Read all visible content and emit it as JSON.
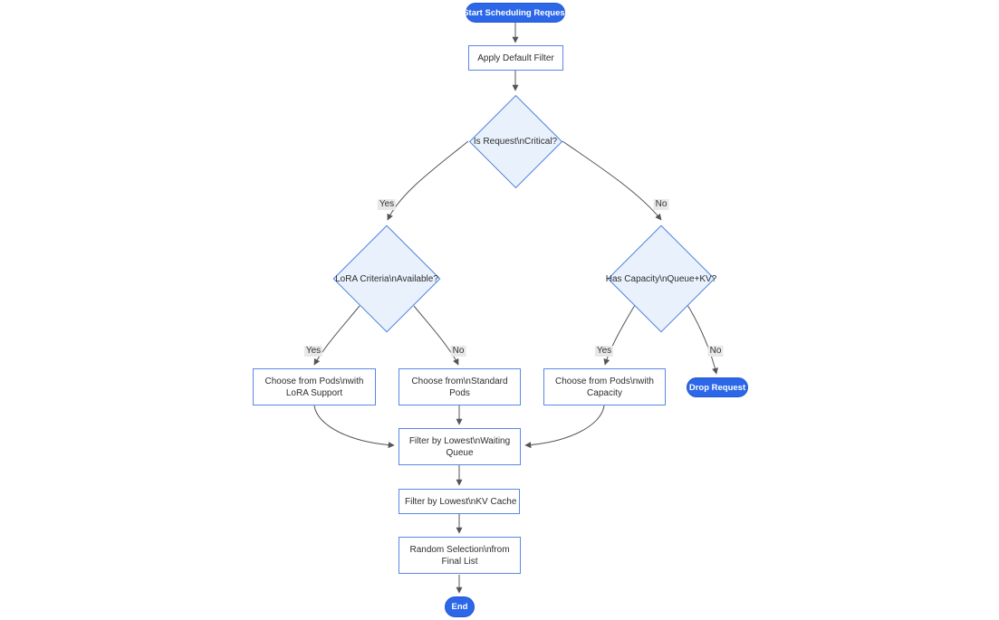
{
  "diagram": {
    "type": "flowchart",
    "direction": "top-down",
    "colors": {
      "accent_fill": "#2b67e8",
      "accent_text": "#ffffff",
      "rect_fill": "#ffffff",
      "rect_border": "#5a87e6",
      "decision_fill": "#e9f2fc",
      "decision_border": "#4c7fe0",
      "node_text": "#2d2d2d",
      "edge_stroke": "#555555",
      "edge_label_bg": "#e8e8e8"
    }
  },
  "nodes": {
    "start": {
      "type": "stadium",
      "label": "Start Scheduling Request"
    },
    "apply": {
      "type": "rect",
      "label": "Apply Default Filter"
    },
    "critical": {
      "type": "decision",
      "label": "Is Request\\nCritical?"
    },
    "lora": {
      "type": "decision",
      "label": "LoRA Criteria\\nAvailable?"
    },
    "capacity": {
      "type": "decision",
      "label": "Has Capacity\\nQueue+KV?"
    },
    "choose_lora": {
      "type": "rect",
      "label": "Choose from Pods\\nwith LoRA Support"
    },
    "choose_standard": {
      "type": "rect",
      "label": "Choose from\\nStandard Pods"
    },
    "choose_capacity": {
      "type": "rect",
      "label": "Choose from Pods\\nwith Capacity"
    },
    "drop": {
      "type": "stadium",
      "label": "Drop Request"
    },
    "filter_queue": {
      "type": "rect",
      "label": "Filter by Lowest\\nWaiting Queue"
    },
    "filter_kv": {
      "type": "rect",
      "label": "Filter by Lowest\\nKV Cache"
    },
    "random": {
      "type": "rect",
      "label": "Random Selection\\nfrom Final List"
    },
    "end": {
      "type": "stadium",
      "label": "End"
    }
  },
  "edges": [
    {
      "from": "start",
      "to": "apply",
      "label": ""
    },
    {
      "from": "apply",
      "to": "critical",
      "label": ""
    },
    {
      "from": "critical",
      "to": "lora",
      "label": "Yes"
    },
    {
      "from": "critical",
      "to": "capacity",
      "label": "No"
    },
    {
      "from": "lora",
      "to": "choose_lora",
      "label": "Yes"
    },
    {
      "from": "lora",
      "to": "choose_standard",
      "label": "No"
    },
    {
      "from": "capacity",
      "to": "choose_capacity",
      "label": "Yes"
    },
    {
      "from": "capacity",
      "to": "drop",
      "label": "No"
    },
    {
      "from": "choose_lora",
      "to": "filter_queue",
      "label": ""
    },
    {
      "from": "choose_standard",
      "to": "filter_queue",
      "label": ""
    },
    {
      "from": "choose_capacity",
      "to": "filter_queue",
      "label": ""
    },
    {
      "from": "filter_queue",
      "to": "filter_kv",
      "label": ""
    },
    {
      "from": "filter_kv",
      "to": "random",
      "label": ""
    },
    {
      "from": "random",
      "to": "end",
      "label": ""
    }
  ]
}
